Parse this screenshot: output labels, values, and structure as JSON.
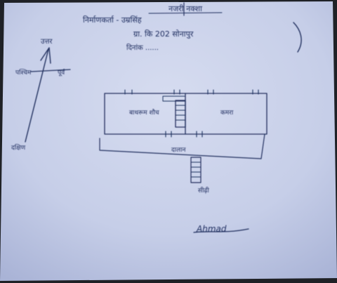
{
  "sheet": {
    "header_line_1": "नजरी नक्शा",
    "header_line_2": "निर्माणकर्ता - उम्रसिंह",
    "header_line_3": "ग्रा. कि 202 सोनापुर",
    "header_line_4": "दिनांक ......"
  },
  "compass": {
    "north": "उत्तर",
    "west": "पश्चिम",
    "east": "पूर्व",
    "south": "दक्षिण"
  },
  "plan": {
    "room_left": "बाथरूम शौच",
    "room_right": "कमरा",
    "front_area": "दालान",
    "stair_label": "सीढ़ी"
  },
  "signature": "Ahmad",
  "colors": {
    "paper": "#c9d1ea",
    "ink": "#23305f",
    "background": "#1f2126"
  }
}
